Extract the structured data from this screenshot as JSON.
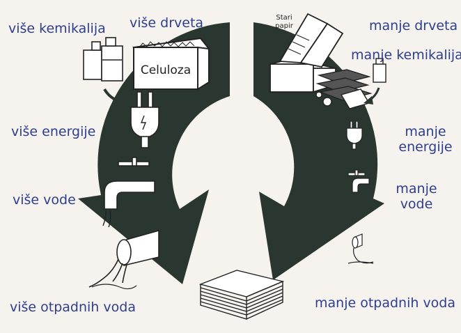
{
  "colors": {
    "arrow": "#2a3730",
    "label": "#2d3f8c",
    "background": "#f6f3ee",
    "line": "#222222"
  },
  "left_labels": {
    "chemicals": "više kemikalija",
    "wood": "više drveta",
    "energy": "više energije",
    "water": "više vode",
    "wastewater": "više otpadnih voda"
  },
  "right_labels": {
    "wood": "manje drveta",
    "chemicals": "manje kemikalija",
    "energy_line1": "manje",
    "energy_line2": "energije",
    "water_line1": "manje",
    "water_line2": "vode",
    "wastewater": "manje otpadnih voda"
  },
  "box_labels": {
    "cellulose": "Celuloza",
    "old_paper_line1": "Stari",
    "old_paper_line2": "papir"
  },
  "icons": [
    "chemical-bottles-icon",
    "cellulose-box-icon",
    "plug-icon",
    "faucet-icon",
    "pipe-outflow-icon",
    "paper-stack-icon",
    "old-paper-box-icon",
    "newspaper-stack-icon",
    "small-bottle-icon",
    "small-plug-icon",
    "small-faucet-icon",
    "small-pipe-icon"
  ]
}
